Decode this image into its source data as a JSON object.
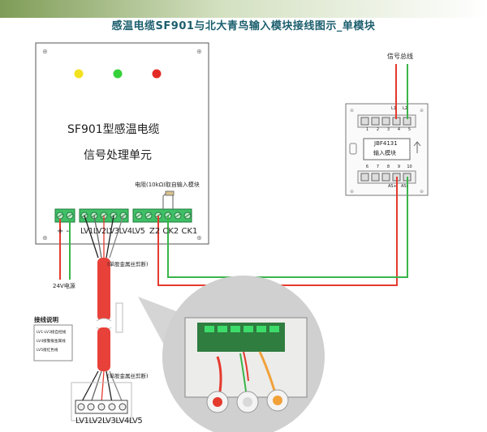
{
  "title": "感温电缆SF901与北大青鸟输入模块接线图示_单模块",
  "processor": {
    "name": "SF901型感温电缆",
    "subtitle": "信号处理单元",
    "resistor_note": "电阻(10kΩ)取自输入模块",
    "power_terminals": "+  -",
    "lv_terminals": "LV1LV2LV3LV4LV5",
    "signal_terminals": "Z2 CK2  CK1",
    "power_label": "24V电源",
    "indicators": [
      {
        "color": "#f3e21f"
      },
      {
        "color": "#35d13a"
      },
      {
        "color": "#e32b25"
      }
    ]
  },
  "module": {
    "bus_label": "信号总线",
    "l1": "L1",
    "l2": "L2",
    "top_numbers": [
      "1",
      "2",
      "3",
      "4",
      "5"
    ],
    "model": "JBF4131",
    "name": "输入模块",
    "bottom_numbers": [
      "6",
      "7",
      "8",
      "9",
      "10"
    ],
    "as_plus": "AS+",
    "as_minus": "AS-"
  },
  "cable": {
    "note_top": "(单股金属丝剪断)",
    "note_bottom": "(单股金属丝剪断)",
    "end_terminals": "LV1LV2LV3LV4LV5"
  },
  "legend": {
    "title": "接线说明",
    "lines": [
      "LV1-LV3接自控线",
      "LV4接警报金属线",
      "LV5接红色线"
    ]
  },
  "colors": {
    "red": "#e53a2e",
    "green": "#39b54a",
    "cable": "#e8413a",
    "title": "#1b5e6d"
  }
}
